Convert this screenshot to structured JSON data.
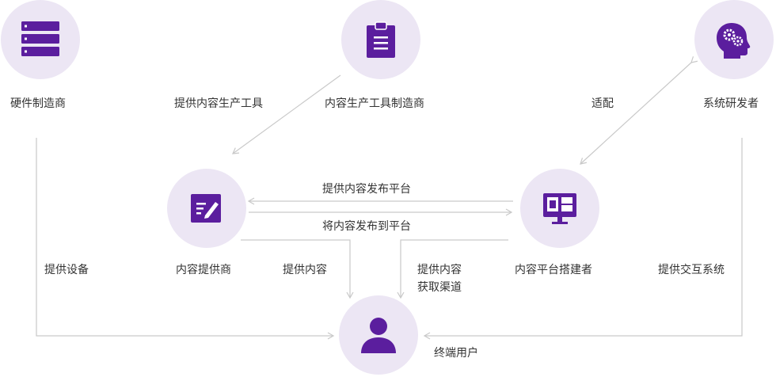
{
  "colors": {
    "accent": "#5b1e9e",
    "circle": "#ece6f4",
    "line": "#c9c9c9",
    "text": "#333333"
  },
  "nodes": {
    "hardware": {
      "label": "硬件制造商",
      "icon": "server-icon"
    },
    "tool_maker": {
      "label": "内容生产工具制造商",
      "icon": "clipboard-icon"
    },
    "developer": {
      "label": "系统研发者",
      "icon": "head-gears-icon"
    },
    "content_provider": {
      "label": "内容提供商",
      "icon": "edit-icon"
    },
    "platform_builder": {
      "label": "内容平台搭建者",
      "icon": "monitor-icon"
    },
    "end_user": {
      "label": "终端用户",
      "icon": "user-icon"
    }
  },
  "edges": {
    "provide_tools": "提供内容生产工具",
    "adapt": "适配",
    "provide_platform": "提供内容发布平台",
    "publish_to_platform": "将内容发布到平台",
    "provide_devices": "提供设备",
    "provide_content": "提供内容",
    "provide_channel_line1": "提供内容",
    "provide_channel_line2": "获取渠道",
    "provide_interaction": "提供交互系统"
  }
}
